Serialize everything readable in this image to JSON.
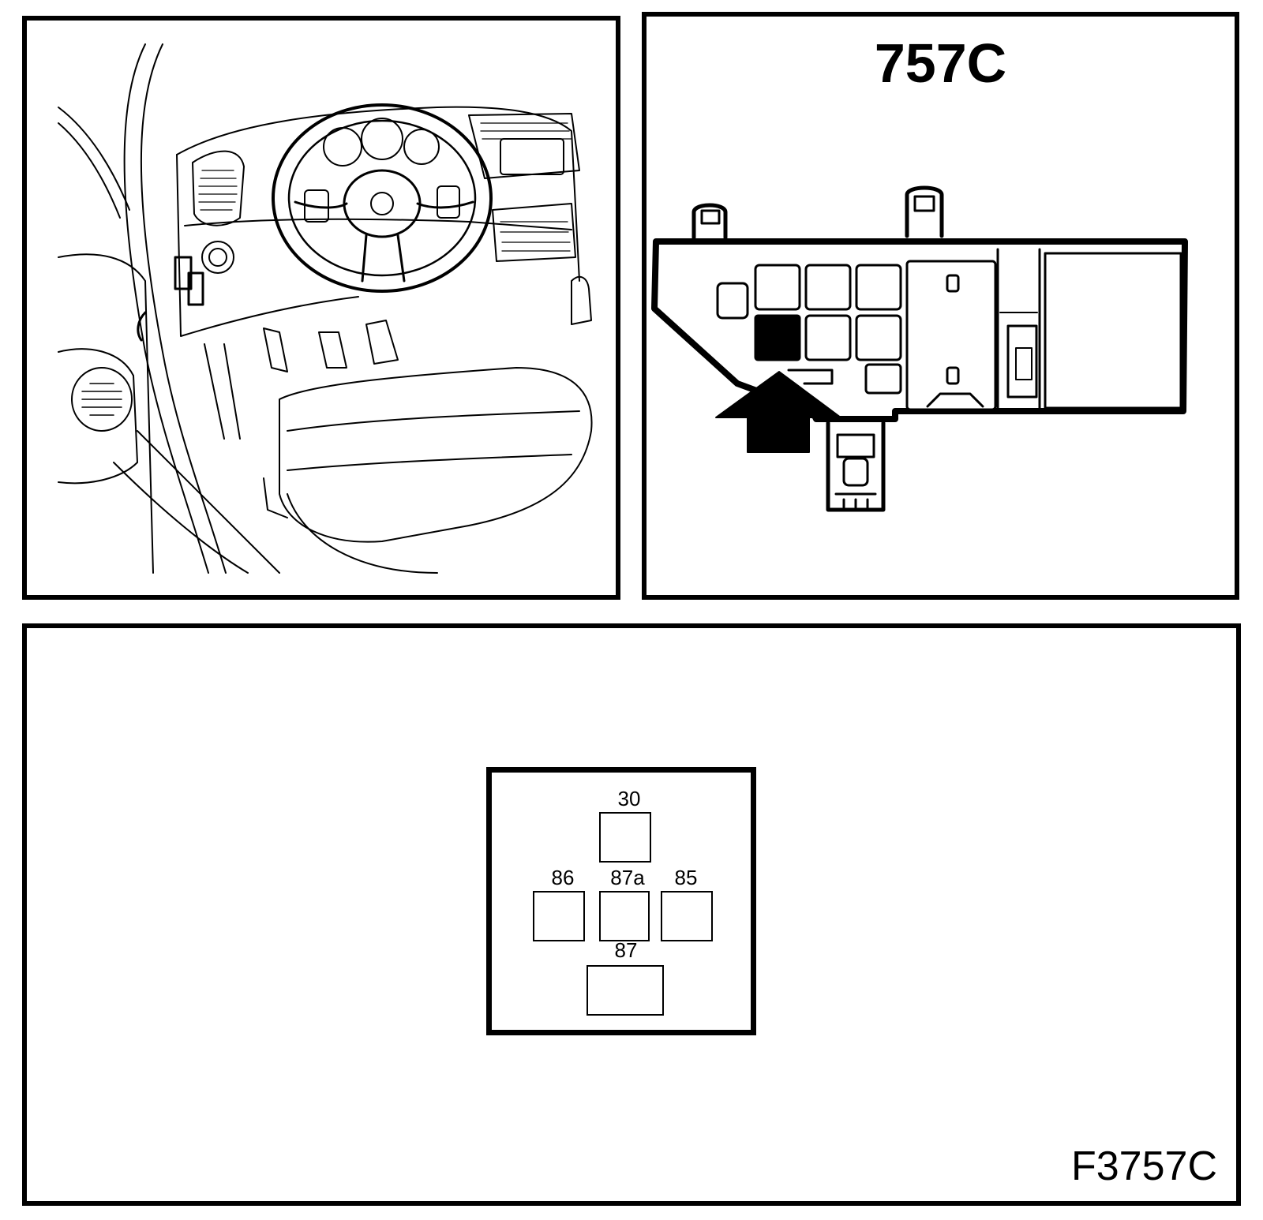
{
  "relay_box": {
    "title": "757C"
  },
  "pinout": {
    "pins": {
      "p30": "30",
      "p86": "86",
      "p87a": "87a",
      "p85": "85",
      "p87": "87"
    }
  },
  "figure_ref": "F3757C",
  "colors": {
    "ink": "#000000",
    "paper": "#ffffff"
  }
}
